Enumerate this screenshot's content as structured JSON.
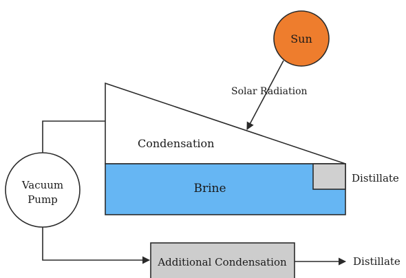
{
  "labels": {
    "sun": "Sun",
    "solar_radiation": "Solar Radiation",
    "condensation": "Condensation",
    "brine": "Brine",
    "distillate_right": "Distillate",
    "vacuum_line1": "Vacuum",
    "vacuum_line2": "Pump",
    "additional_condensation": "Additional Condensation",
    "distillate_bottom": "Distillate"
  },
  "colors": {
    "sun_fill": "#ee7d2d",
    "brine_fill": "#66b6f3",
    "distillate_box": "#d0d0d0",
    "additional_box": "#cdcdcd",
    "line": "#2a2a2a"
  }
}
